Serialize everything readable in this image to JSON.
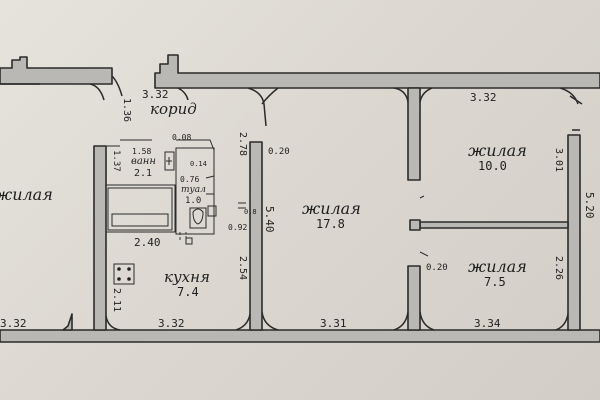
{
  "rooms": {
    "left_living": {
      "name": "жилая"
    },
    "corridor": {
      "name": "корид"
    },
    "bath": {
      "name": "ванн",
      "area": "2.1"
    },
    "toilet": {
      "name": "туал",
      "area": "1.0"
    },
    "kitchen": {
      "name": "кухня",
      "area": "7.4"
    },
    "living_center": {
      "name": "жилая",
      "area": "17.8"
    },
    "living_top_right": {
      "name": "жилая",
      "area": "10.0"
    },
    "living_bottom_right": {
      "name": "жилая",
      "area": "7.5"
    }
  },
  "dimensions": {
    "corridor_top_left": "3.32",
    "corridor_top_right": "3.32",
    "corridor_vertical": "1.36",
    "bath_height": "1.37",
    "bath_width": "1.58",
    "door_small": "0.08",
    "toilet_note_a": "0.14",
    "toilet_note_b": "0.76",
    "toilet_note_c": "0.92",
    "wall_gap": "0.8",
    "bath_bottom_width": "2.40",
    "kitchen_left_height": "2.11",
    "kitchen_right_height": "2.54",
    "kitchen_width": "3.32",
    "center_top_height": "2.78",
    "center_left_height": "5.40",
    "center_wall_offset": "0.20",
    "center_width": "3.31",
    "left_room_width": "3.32",
    "right_top_height": "3.01",
    "right_partition_offset": "0.20",
    "right_bottom_height": "2.26",
    "right_bottom_width": "3.34",
    "right_outer_height": "5.20"
  }
}
